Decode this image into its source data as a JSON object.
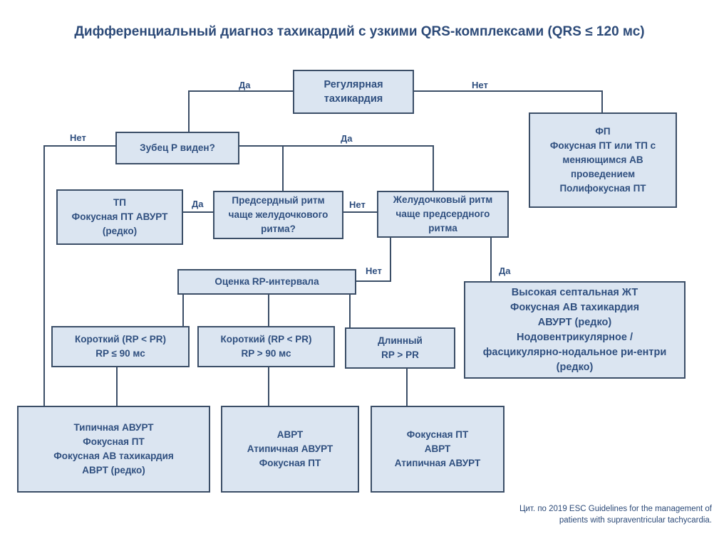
{
  "title": "Дифференциальный диагноз тахикардий с узкими QRS-комплексами (QRS ≤ 120 мс)",
  "nodes": {
    "regular": [
      "Регулярная",
      "тахикардия"
    ],
    "af": [
      "ФП",
      "Фокусная ПТ или ТП с",
      "меняющимся АВ",
      "проведением",
      "Полифокусная ПТ"
    ],
    "pwave": [
      "Зубец Р виден?"
    ],
    "flutter": [
      "ТП",
      "Фокусная ПТ АВУРТ",
      "(редко)"
    ],
    "atrial_faster": [
      "Предсердный ритм",
      "чаще желудочкового",
      "ритма?"
    ],
    "ventricular_faster": [
      "Желудочковый ритм",
      "чаще предсердного",
      "ритма"
    ],
    "rp_eval": [
      "Оценка RP-интервала"
    ],
    "jt": [
      "Высокая септальная ЖТ",
      "Фокусная АВ тахикардия",
      "АВУРТ (редко)",
      "Нодовентрикулярное /",
      "фасцикулярно-нодальное ри-ентри",
      "(редко)"
    ],
    "short1": [
      "Короткий (RP < PR)",
      "RP ≤ 90 мс"
    ],
    "short2": [
      "Короткий (RP < PR)",
      "RP > 90 мс"
    ],
    "long": [
      "Длинный",
      "RP > PR"
    ],
    "res1": [
      "Типичная АВУРТ",
      "Фокусная ПТ",
      "Фокусная АВ тахикардия",
      "АВРТ (редко)"
    ],
    "res2": [
      "АВРТ",
      "Атипичная АВУРТ",
      "Фокусная ПТ"
    ],
    "res3": [
      "Фокусная ПТ",
      "АВРТ",
      "Атипичная АВУРТ"
    ]
  },
  "labels": {
    "yes_regular": "Да",
    "no_regular": "Нет",
    "no_pwave": "Нет",
    "yes_pwave": "Да",
    "yes_atrial": "Да",
    "no_atrial": "Нет",
    "no_ventricular": "Нет",
    "yes_ventricular": "Да"
  },
  "citation": [
    "Цит. по 2019 ESC Guidelines for the management of",
    "patients with supraventricular tachycardia."
  ],
  "colors": {
    "box_fill": "#dbe5f1",
    "box_border": "#3b4e67",
    "text": "#2f4f7f",
    "title": "#2c4a78"
  }
}
